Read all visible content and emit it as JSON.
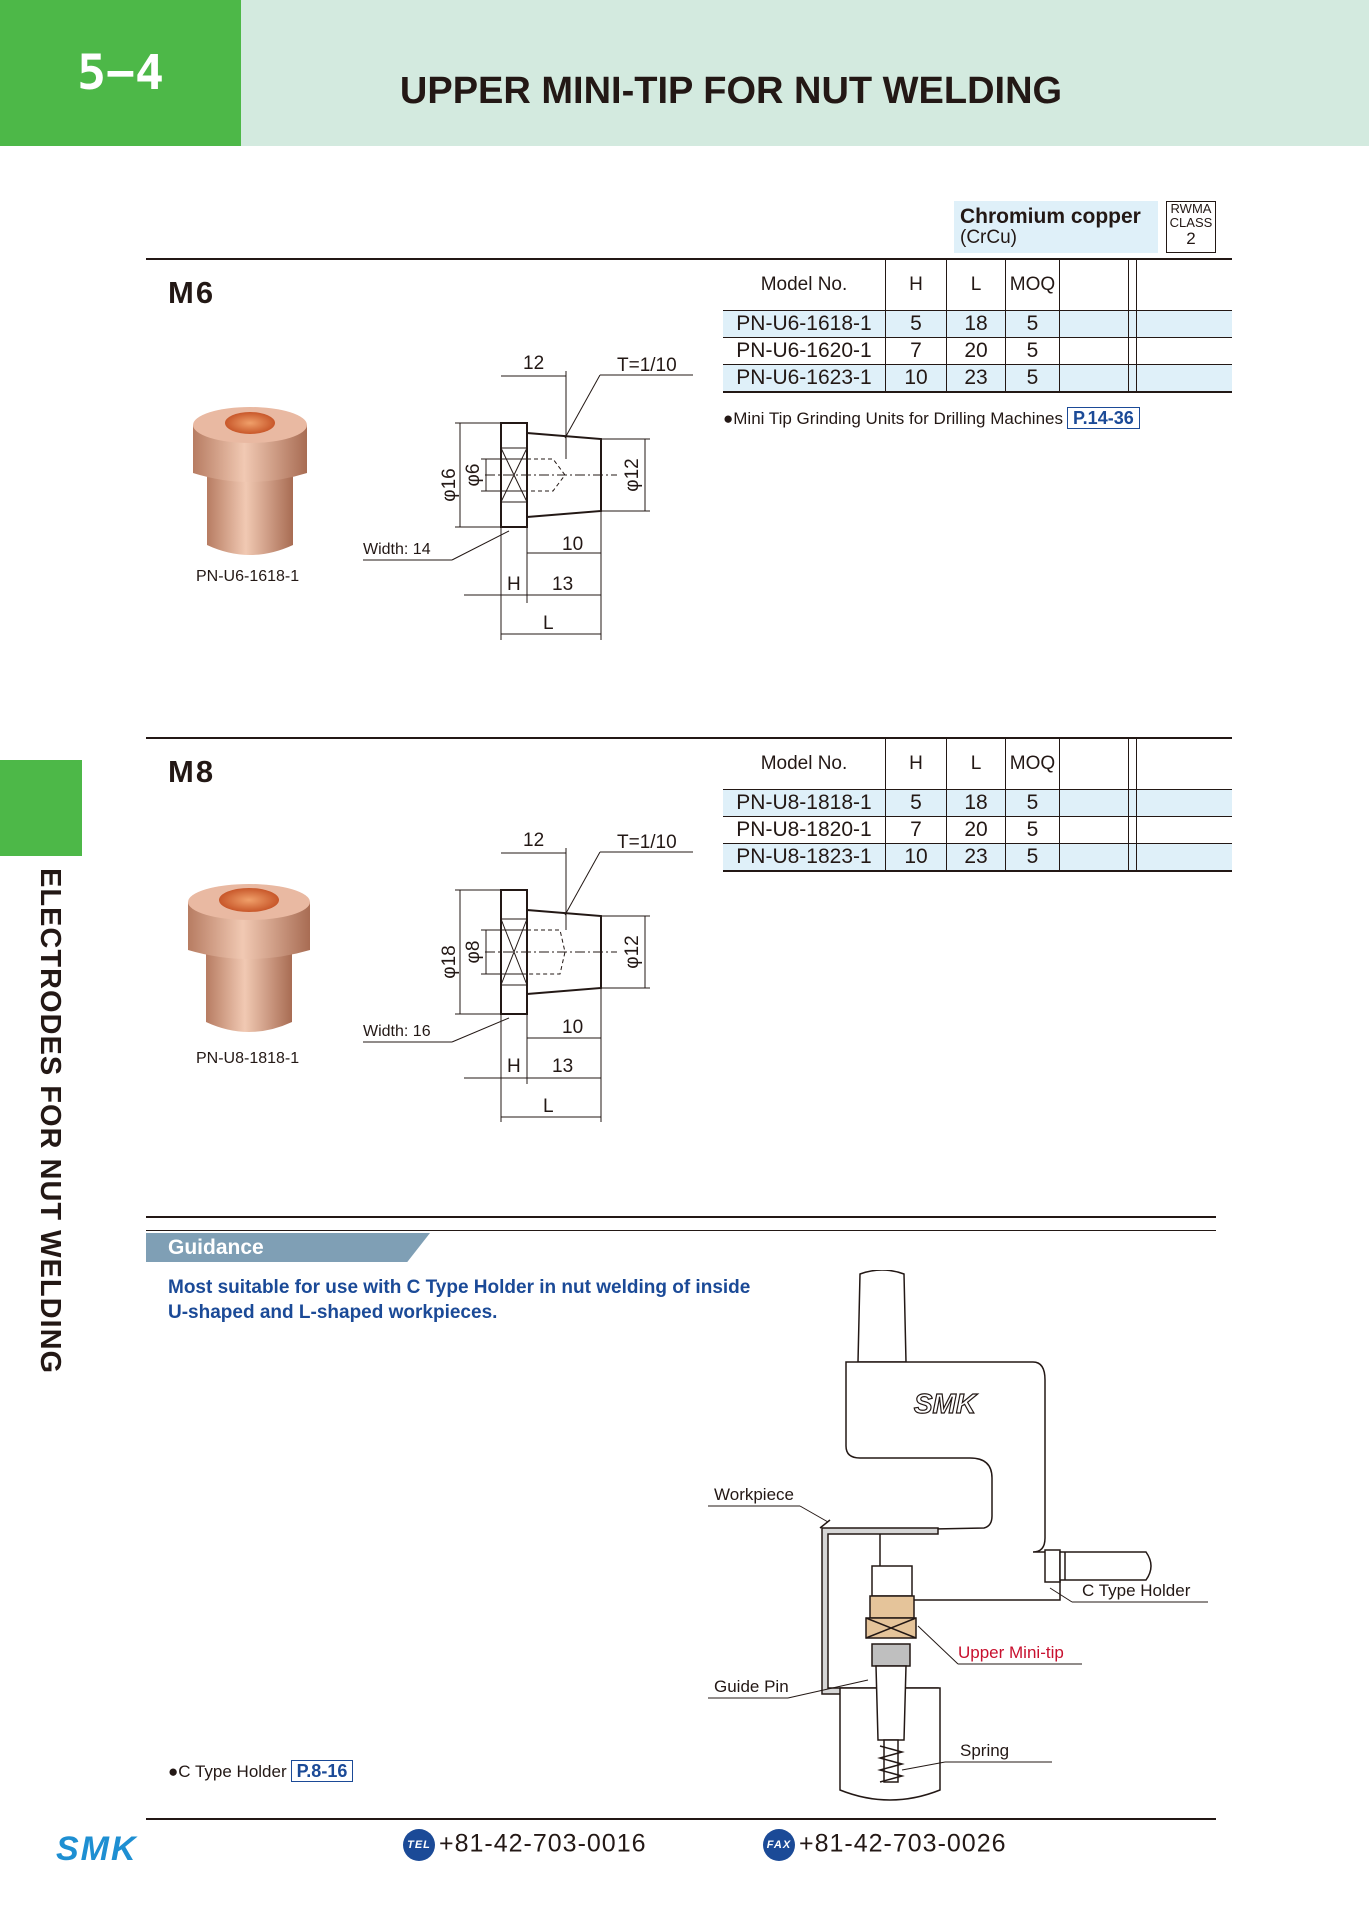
{
  "header": {
    "section_number": "5−4",
    "title": "UPPER MINI-TIP FOR NUT WELDING"
  },
  "sidebar": {
    "label": "ELECTRODES FOR NUT WELDING"
  },
  "material": {
    "name": "Chromium copper",
    "code": "(CrCu)",
    "rwma_line1": "RWMA",
    "rwma_line2": "CLASS",
    "rwma_class": "2"
  },
  "colors": {
    "green": "#4db848",
    "header_band": "#d3eadf",
    "table_stripe": "#dff0f9",
    "link_blue": "#1b4a97",
    "red_label": "#c8102e"
  },
  "table_headers": {
    "model": "Model No.",
    "h": "H",
    "l": "L",
    "moq": "MOQ"
  },
  "m6": {
    "title": "M6",
    "photo_caption": "PN-U6-1618-1",
    "rows": [
      {
        "model": "PN-U6-1618-1",
        "h": "5",
        "l": "18",
        "moq": "5"
      },
      {
        "model": "PN-U6-1620-1",
        "h": "7",
        "l": "20",
        "moq": "5"
      },
      {
        "model": "PN-U6-1623-1",
        "h": "10",
        "l": "23",
        "moq": "5"
      }
    ],
    "note": "●Mini Tip Grinding Units for Drilling Machines",
    "note_ref": "P.14-36",
    "dims": {
      "top": "12",
      "taper": "T=1/10",
      "outer_dia": "φ16",
      "bore_dia": "φ6",
      "tip_dia": "φ12",
      "width": "Width: 14",
      "d10": "10",
      "d13": "13",
      "h": "H",
      "l": "L"
    }
  },
  "m8": {
    "title": "M8",
    "photo_caption": "PN-U8-1818-1",
    "rows": [
      {
        "model": "PN-U8-1818-1",
        "h": "5",
        "l": "18",
        "moq": "5"
      },
      {
        "model": "PN-U8-1820-1",
        "h": "7",
        "l": "20",
        "moq": "5"
      },
      {
        "model": "PN-U8-1823-1",
        "h": "10",
        "l": "23",
        "moq": "5"
      }
    ],
    "dims": {
      "top": "12",
      "taper": "T=1/10",
      "outer_dia": "φ18",
      "bore_dia": "φ8",
      "tip_dia": "φ12",
      "width": "Width: 16",
      "d10": "10",
      "d13": "13",
      "h": "H",
      "l": "L"
    }
  },
  "guidance": {
    "label": "Guidance",
    "text": "Most suitable for use with C Type Holder in nut welding of inside U-shaped and L-shaped workpieces.",
    "note": "●C Type Holder",
    "note_ref": "P.8-16",
    "diagram": {
      "brand": "SMK",
      "workpiece": "Workpiece",
      "holder": "C Type Holder",
      "tip": "Upper Mini-tip",
      "guide_pin": "Guide Pin",
      "spring": "Spring"
    }
  },
  "footer": {
    "logo": "SMK",
    "tel_badge": "TEL",
    "tel": "+81-42-703-0016",
    "fax_badge": "FAX",
    "fax": "+81-42-703-0026"
  }
}
